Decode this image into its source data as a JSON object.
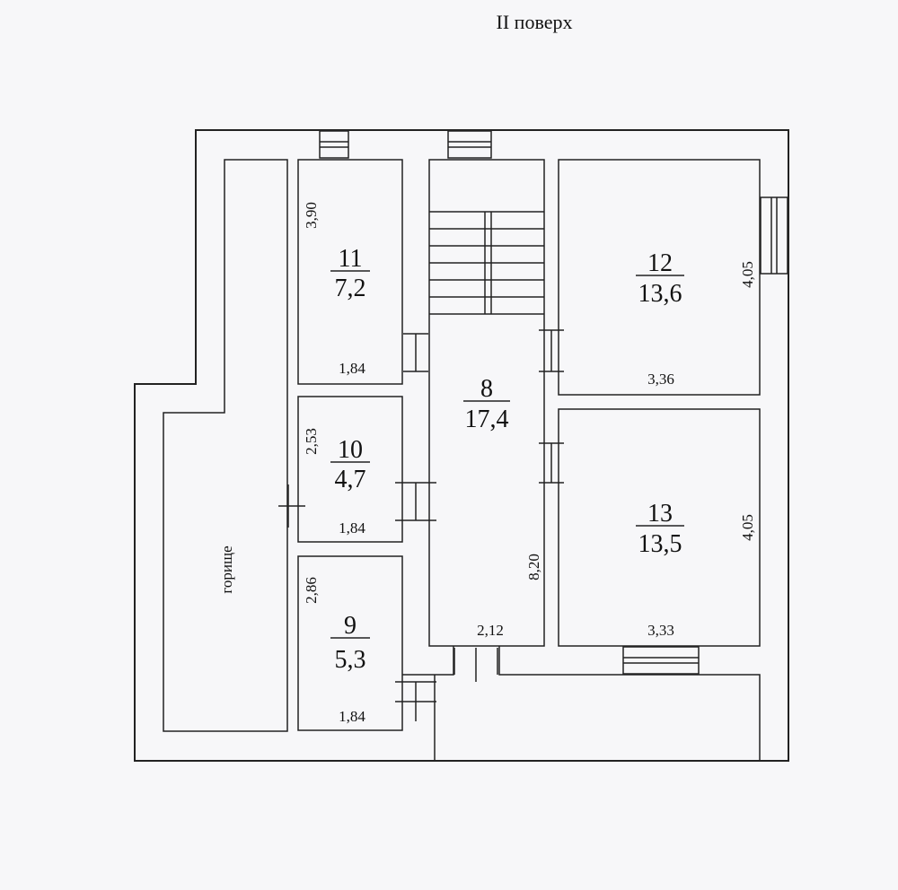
{
  "title": "II поверх",
  "attic_label": "горище",
  "rooms": {
    "r8": {
      "number": "8",
      "area": "17,4"
    },
    "r9": {
      "number": "9",
      "area": "5,3"
    },
    "r10": {
      "number": "10",
      "area": "4,7"
    },
    "r11": {
      "number": "11",
      "area": "7,2"
    },
    "r12": {
      "number": "12",
      "area": "13,6"
    },
    "r13": {
      "number": "13",
      "area": "13,5"
    }
  },
  "dimensions": {
    "r11_height": "3,90",
    "r11_width": "1,84",
    "r10_height": "2,53",
    "r10_width": "1,84",
    "r9_height": "2,86",
    "r9_width": "1,84",
    "r12_height": "4,05",
    "r12_width": "3,36",
    "r13_height": "4,05",
    "r13_width": "3,33",
    "r8_height": "8,20",
    "r8_width": "2,12"
  }
}
